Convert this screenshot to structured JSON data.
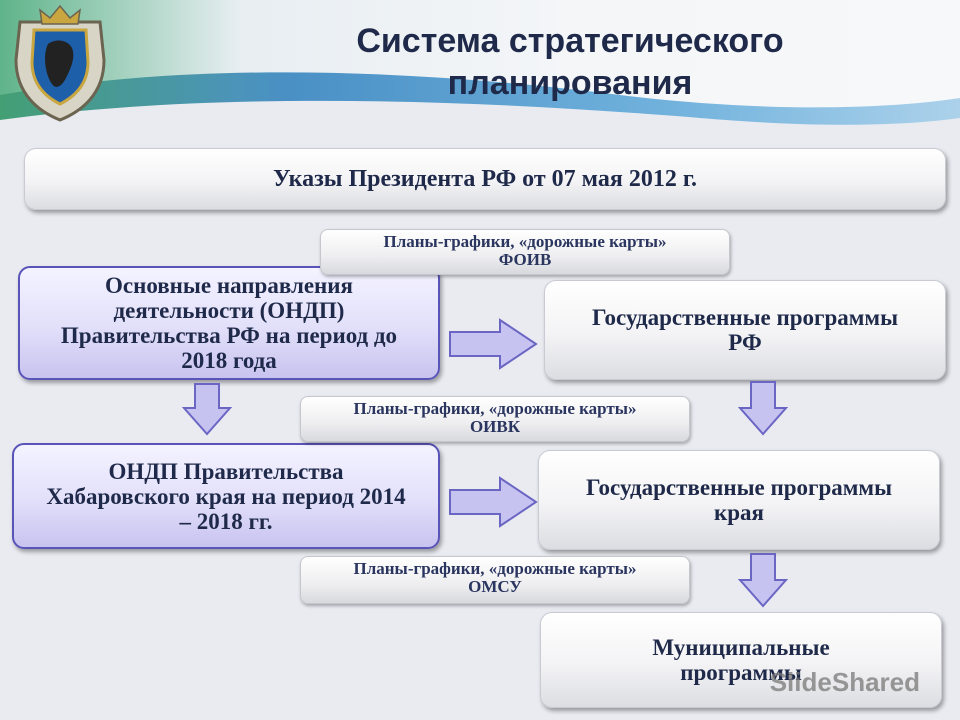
{
  "title": {
    "line1": "Система стратегического",
    "line2": "планирования"
  },
  "boxes": {
    "decrees": "Указы Президента РФ от 07 мая 2012 г.",
    "ondp_rf": "Основные направления деятельности (ОНДП) Правительства РФ на период до 2018 года",
    "gov_programs_rf": "Государственные программы РФ",
    "ondp_region": "ОНДП Правительства Хабаровского края на период 2014 – 2018 гг.",
    "gov_programs_region": "Государственные программы края",
    "municipal_programs": "Муниципальные программы"
  },
  "pills": {
    "foiv": "Планы-графики, «дорожные карты» ФОИВ",
    "oivk": "Планы-графики, «дорожные карты» ОИВК",
    "omsu": "Планы-графики, «дорожные карты» ОМСУ"
  },
  "watermark": "SlideShared",
  "colors": {
    "title": "#1f2a4a",
    "lavender_border": "#5a54b8",
    "arrow_fill": "#bcb8ee",
    "header_green": "#5fb08a",
    "header_blue": "#2f86c6"
  }
}
